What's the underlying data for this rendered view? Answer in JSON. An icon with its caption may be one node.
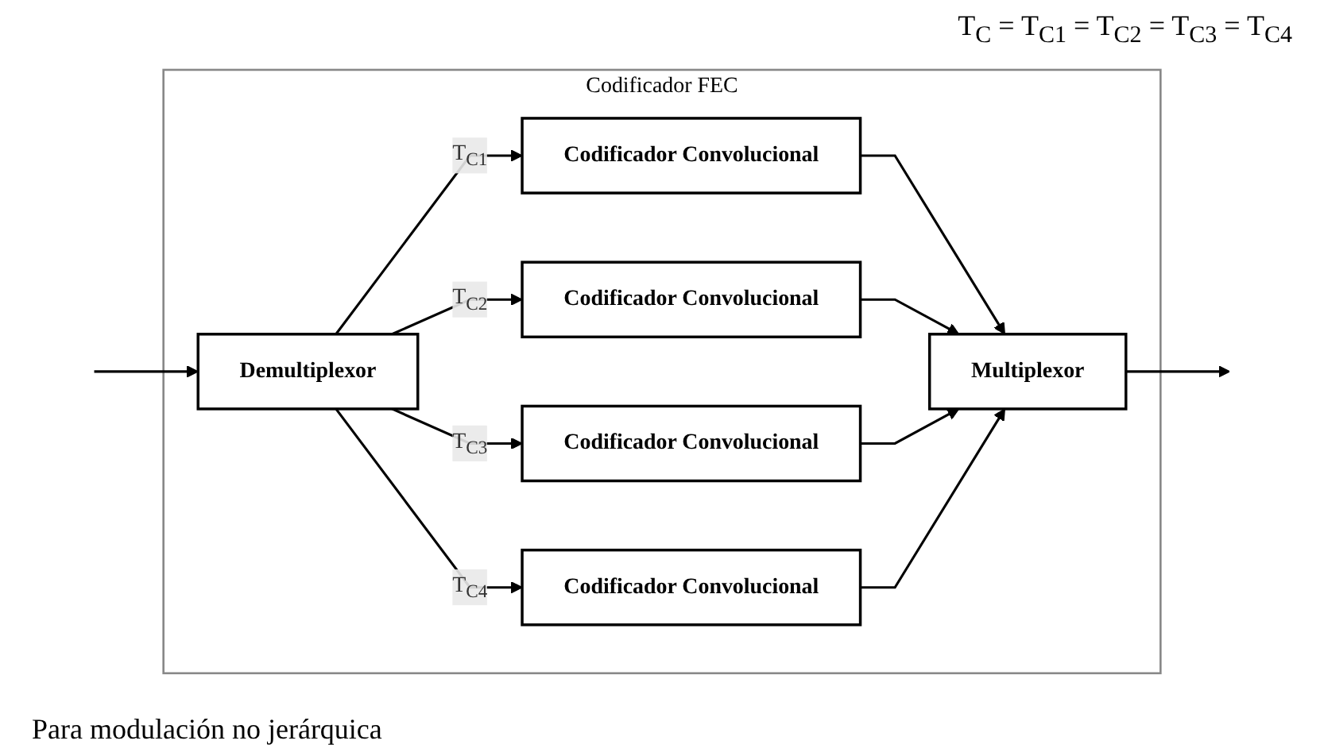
{
  "diagram": {
    "caption": "Para modulación no jerárquica",
    "nodes": [
      {
        "text": [
          "Codificador FEC"
        ]
      },
      {
        "text": [
          "Demultiplexor"
        ],
        "in": 0
      },
      {
        "text": [
          "Codificador Convolucional"
        ],
        "in": 0
      },
      {
        "text": [
          "Codificador Convolucional"
        ],
        "in": 0
      },
      {
        "text": [
          "Codificador Convolucional"
        ],
        "in": 0
      },
      {
        "text": [
          "Codificador Convolucional"
        ],
        "in": 0
      },
      {
        "text": [
          "Multiplexor"
        ],
        "in": 0
      }
    ],
    "edges": [
      {
        "from": null,
        "to": 1,
        "arrow": "to"
      },
      {
        "from": 1,
        "to": 2,
        "arrow": "to",
        "label": "T$_{C1}$"
      },
      {
        "from": 1,
        "to": 3,
        "arrow": "to",
        "label": "T$_{C2}$"
      },
      {
        "from": 1,
        "to": 4,
        "arrow": "to",
        "label": "T$_{C3}$"
      },
      {
        "from": 1,
        "to": 5,
        "arrow": "to",
        "label": "T$_{C4}$"
      },
      {
        "from": 2,
        "to": 6,
        "arrow": "to"
      },
      {
        "from": 3,
        "to": 6,
        "arrow": "to"
      },
      {
        "from": 4,
        "to": 6,
        "arrow": "to"
      },
      {
        "from": 5,
        "to": 6,
        "arrow": "to"
      },
      {
        "from": 6,
        "to": null,
        "arrow": "to"
      }
    ],
    "labels": [
      "T$_{C}$ = T$_{C1}$ = T$_{C2}$ = T$_{C3}$ = T$_{C4}$"
    ]
  }
}
